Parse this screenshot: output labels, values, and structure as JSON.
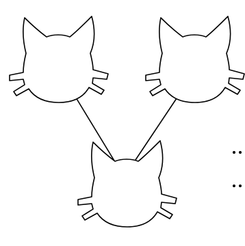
{
  "diagram": {
    "colors": {
      "stroke": "#000000",
      "background": "#ffffff"
    },
    "nodes": [
      {
        "id": "cat-top-left",
        "shape": "cat-head-icon"
      },
      {
        "id": "cat-top-right",
        "shape": "cat-head-icon"
      },
      {
        "id": "cat-bottom",
        "shape": "cat-head-icon"
      }
    ],
    "edges": [
      {
        "from": "cat-top-left",
        "to": "cat-bottom"
      },
      {
        "from": "cat-top-right",
        "to": "cat-bottom"
      }
    ],
    "marks": [
      {
        "id": "dots-upper",
        "shape": "ellipsis-dots"
      },
      {
        "id": "dots-lower",
        "shape": "ellipsis-dots"
      }
    ]
  }
}
